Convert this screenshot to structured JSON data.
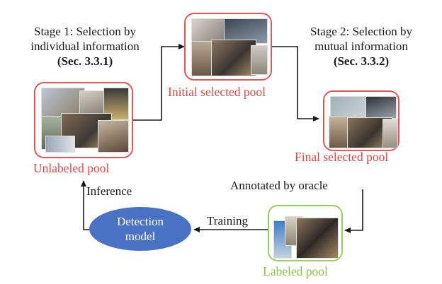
{
  "stage1": {
    "line1": "Stage 1: Selection by",
    "line2": "individual information",
    "ref": "(Sec. 3.3.1)"
  },
  "stage2": {
    "line1": "Stage 2: Selection by",
    "line2": "mutual information",
    "ref": "(Sec. 3.3.2)"
  },
  "pools": {
    "unlabeled": "Unlabeled pool",
    "initial": "Initial selected pool",
    "final": "Final selected pool",
    "labeled": "Labeled pool"
  },
  "edges": {
    "inference": "Inference",
    "annotated": "Annotated by oracle",
    "training": "Training"
  },
  "model": {
    "line1": "Detection",
    "line2": "model"
  },
  "colors": {
    "pool_border": "#e05858",
    "labeled_border": "#9ccc65",
    "model_fill": "#4a72c4",
    "arrow": "#1a1a1a"
  }
}
